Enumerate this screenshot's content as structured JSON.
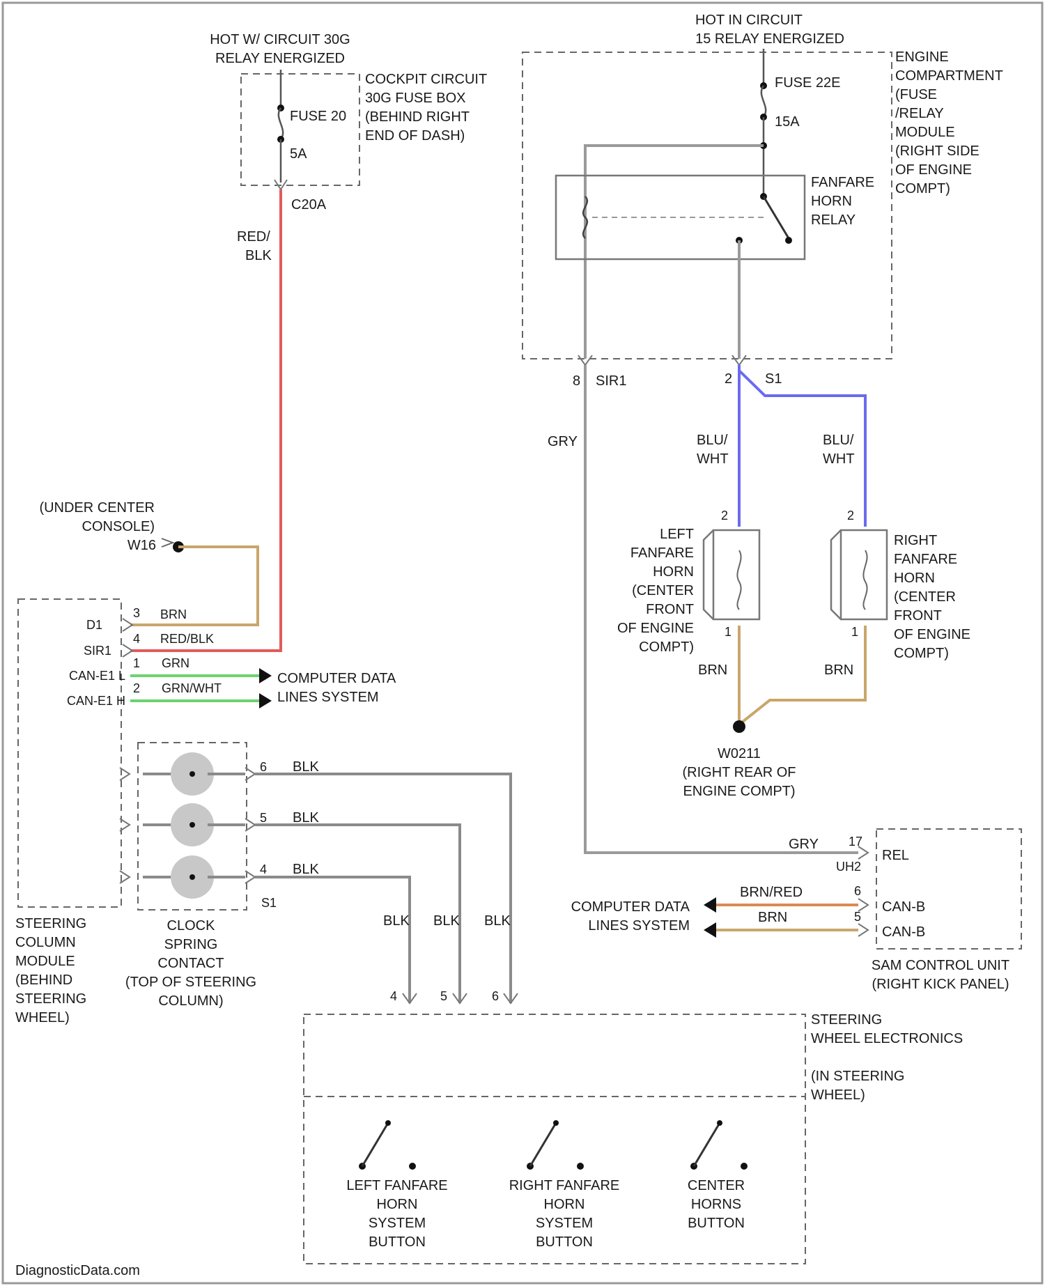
{
  "top_left": {
    "hot_label": [
      "HOT W/ CIRCUIT 30G",
      "RELAY ENERGIZED"
    ],
    "fuse_box_label": [
      "COCKPIT CIRCUIT",
      "30G FUSE BOX",
      "(BEHIND RIGHT",
      "END OF DASH)"
    ],
    "fuse_label": "FUSE 20",
    "fuse_amp": "5A",
    "connector": "C20A"
  },
  "top_right": {
    "hot_label": [
      "HOT IN CIRCUIT",
      "15 RELAY ENERGIZED"
    ],
    "module_label": [
      "ENGINE",
      "COMPARTMENT",
      "(FUSE",
      "/RELAY",
      "MODULE",
      "(RIGHT SIDE",
      "OF ENGINE",
      "COMPT)"
    ],
    "fuse_label": "FUSE 22E",
    "fuse_amp": "15A",
    "relay_label": [
      "FANFARE",
      "HORN",
      "RELAY"
    ],
    "pin_left": "8",
    "conn_left": "SIR1",
    "pin_right": "2",
    "conn_right": "S1"
  },
  "wires": {
    "red_blk": [
      "RED/",
      "BLK"
    ],
    "gry": "GRY",
    "blu_wht_left": [
      "BLU/",
      "WHT"
    ],
    "blu_wht_right": [
      "BLU/",
      "WHT"
    ],
    "brn_left": "BRN",
    "brn_right": "BRN",
    "gry_bottom": "GRY",
    "brn_red": "BRN/RED",
    "brn": "BRN"
  },
  "console": {
    "label": [
      "(UNDER CENTER",
      "CONSOLE)"
    ],
    "ground": "W16"
  },
  "steering_module": {
    "rows": [
      {
        "conn": "D1",
        "pin": "3",
        "wire": "BRN"
      },
      {
        "conn": "SIR1",
        "pin": "4",
        "wire": "RED/BLK"
      },
      {
        "conn": "CAN-E1 L",
        "pin": "1",
        "wire": "GRN"
      },
      {
        "conn": "CAN-E1 H",
        "pin": "2",
        "wire": "GRN/WHT"
      }
    ],
    "can_label": [
      "COMPUTER DATA",
      "LINES SYSTEM"
    ],
    "label": [
      "STEERING",
      "COLUMN",
      "MODULE",
      "(BEHIND",
      "STEERING",
      "WHEEL)"
    ]
  },
  "clock_spring": {
    "rows": [
      {
        "pin": "6",
        "wire": "BLK"
      },
      {
        "pin": "5",
        "wire": "BLK"
      },
      {
        "pin": "4",
        "wire": "BLK"
      }
    ],
    "conn": "S1",
    "label": [
      "CLOCK",
      "SPRING",
      "CONTACT",
      "(TOP OF STEERING",
      "COLUMN)"
    ]
  },
  "horns": {
    "left_label": [
      "LEFT",
      "FANFARE",
      "HORN",
      "(CENTER",
      "FRONT",
      "OF ENGINE",
      "COMPT)"
    ],
    "right_label": [
      "RIGHT",
      "FANFARE",
      "HORN",
      "(CENTER",
      "FRONT",
      "OF ENGINE",
      "COMPT)"
    ],
    "pin_top": "2",
    "pin_bottom": "1",
    "ground": [
      "W0211",
      "(RIGHT REAR OF",
      "ENGINE COMPT)"
    ]
  },
  "sam": {
    "pin_rel": "17",
    "conn": "UH2",
    "rel": "REL",
    "pin_canh": "6",
    "canh": "CAN-B",
    "pin_canl": "5",
    "canl": "CAN-B",
    "data_label": [
      "COMPUTER DATA",
      "LINES SYSTEM"
    ],
    "label": [
      "SAM CONTROL UNIT",
      "(RIGHT KICK PANEL)"
    ]
  },
  "wheel": {
    "blk_labels": [
      "BLK",
      "BLK",
      "BLK"
    ],
    "pins": [
      "4",
      "5",
      "6"
    ],
    "label": [
      "STEERING",
      "WHEEL ELECTRONICS"
    ],
    "sublabel": [
      "(IN STEERING",
      "WHEEL)"
    ],
    "buttons": [
      [
        "LEFT FANFARE",
        "HORN",
        "SYSTEM",
        "BUTTON"
      ],
      [
        "RIGHT FANFARE",
        "HORN",
        "SYSTEM",
        "BUTTON"
      ],
      [
        "CENTER",
        "HORNS",
        "BUTTON"
      ]
    ]
  },
  "footer": "DiagnosticData.com"
}
